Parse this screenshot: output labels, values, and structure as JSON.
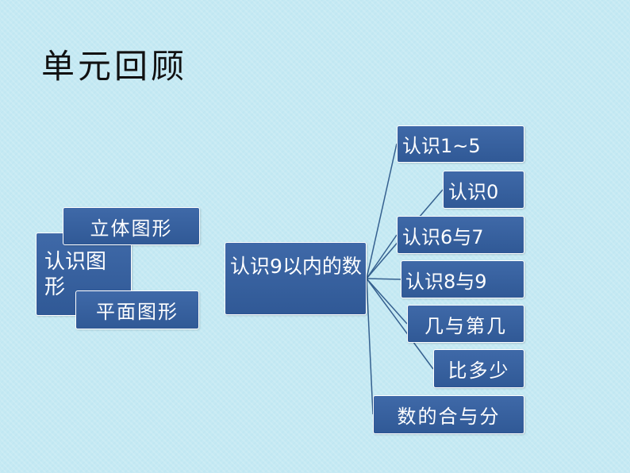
{
  "slide": {
    "title": "单元回顾"
  },
  "mindmap": {
    "left_root": {
      "label": "认识图形",
      "children": [
        "立体图形",
        "平面图形"
      ]
    },
    "right_root": {
      "label": "认识9以内的数",
      "children": [
        "认识1~5",
        "认识0",
        "认识6与7",
        "认识8与9",
        "几与第几",
        "比多少",
        "数的合与分"
      ]
    },
    "colors": {
      "node_fill": "#3a64a4",
      "node_border": "#ffffff",
      "connector": "#35608f",
      "background": "#c5e9f3"
    }
  }
}
